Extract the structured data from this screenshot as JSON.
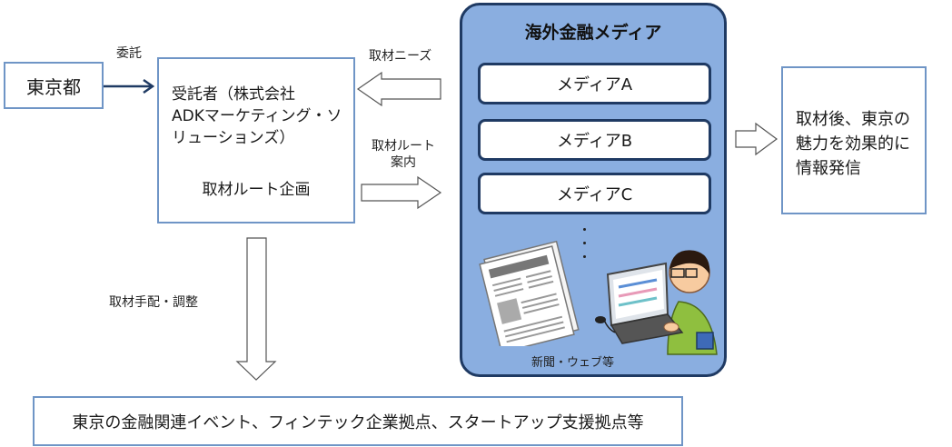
{
  "tokyo_label": "東京都",
  "entrust_label": "委託",
  "contractor": {
    "line1": "受託者（株式会社",
    "line2": "ADKマーケティング・ソ",
    "line3": "リューションズ）",
    "plan": "取材ルート企画"
  },
  "needs_label": "取材ニーズ",
  "route_label": {
    "line1": "取材ルート",
    "line2": "案内"
  },
  "arrange_label": "取材手配・調整",
  "media": {
    "title": "海外金融メディア",
    "items": [
      "メディアA",
      "メディアB",
      "メディアC"
    ],
    "caption": "新聞・ウェブ等"
  },
  "result": {
    "line1": "取材後、東京の",
    "line2": "魅力を効果的に",
    "line3": "情報発信"
  },
  "bottom_box": "東京の金融関連イベント、フィンテック企業拠点、スタートアップ支援拠点等",
  "colors": {
    "box_border": "#6f95c6",
    "panel_fill": "#8aaee0",
    "panel_border": "#1f3a63",
    "arrow_dark": "#1f3a63"
  }
}
